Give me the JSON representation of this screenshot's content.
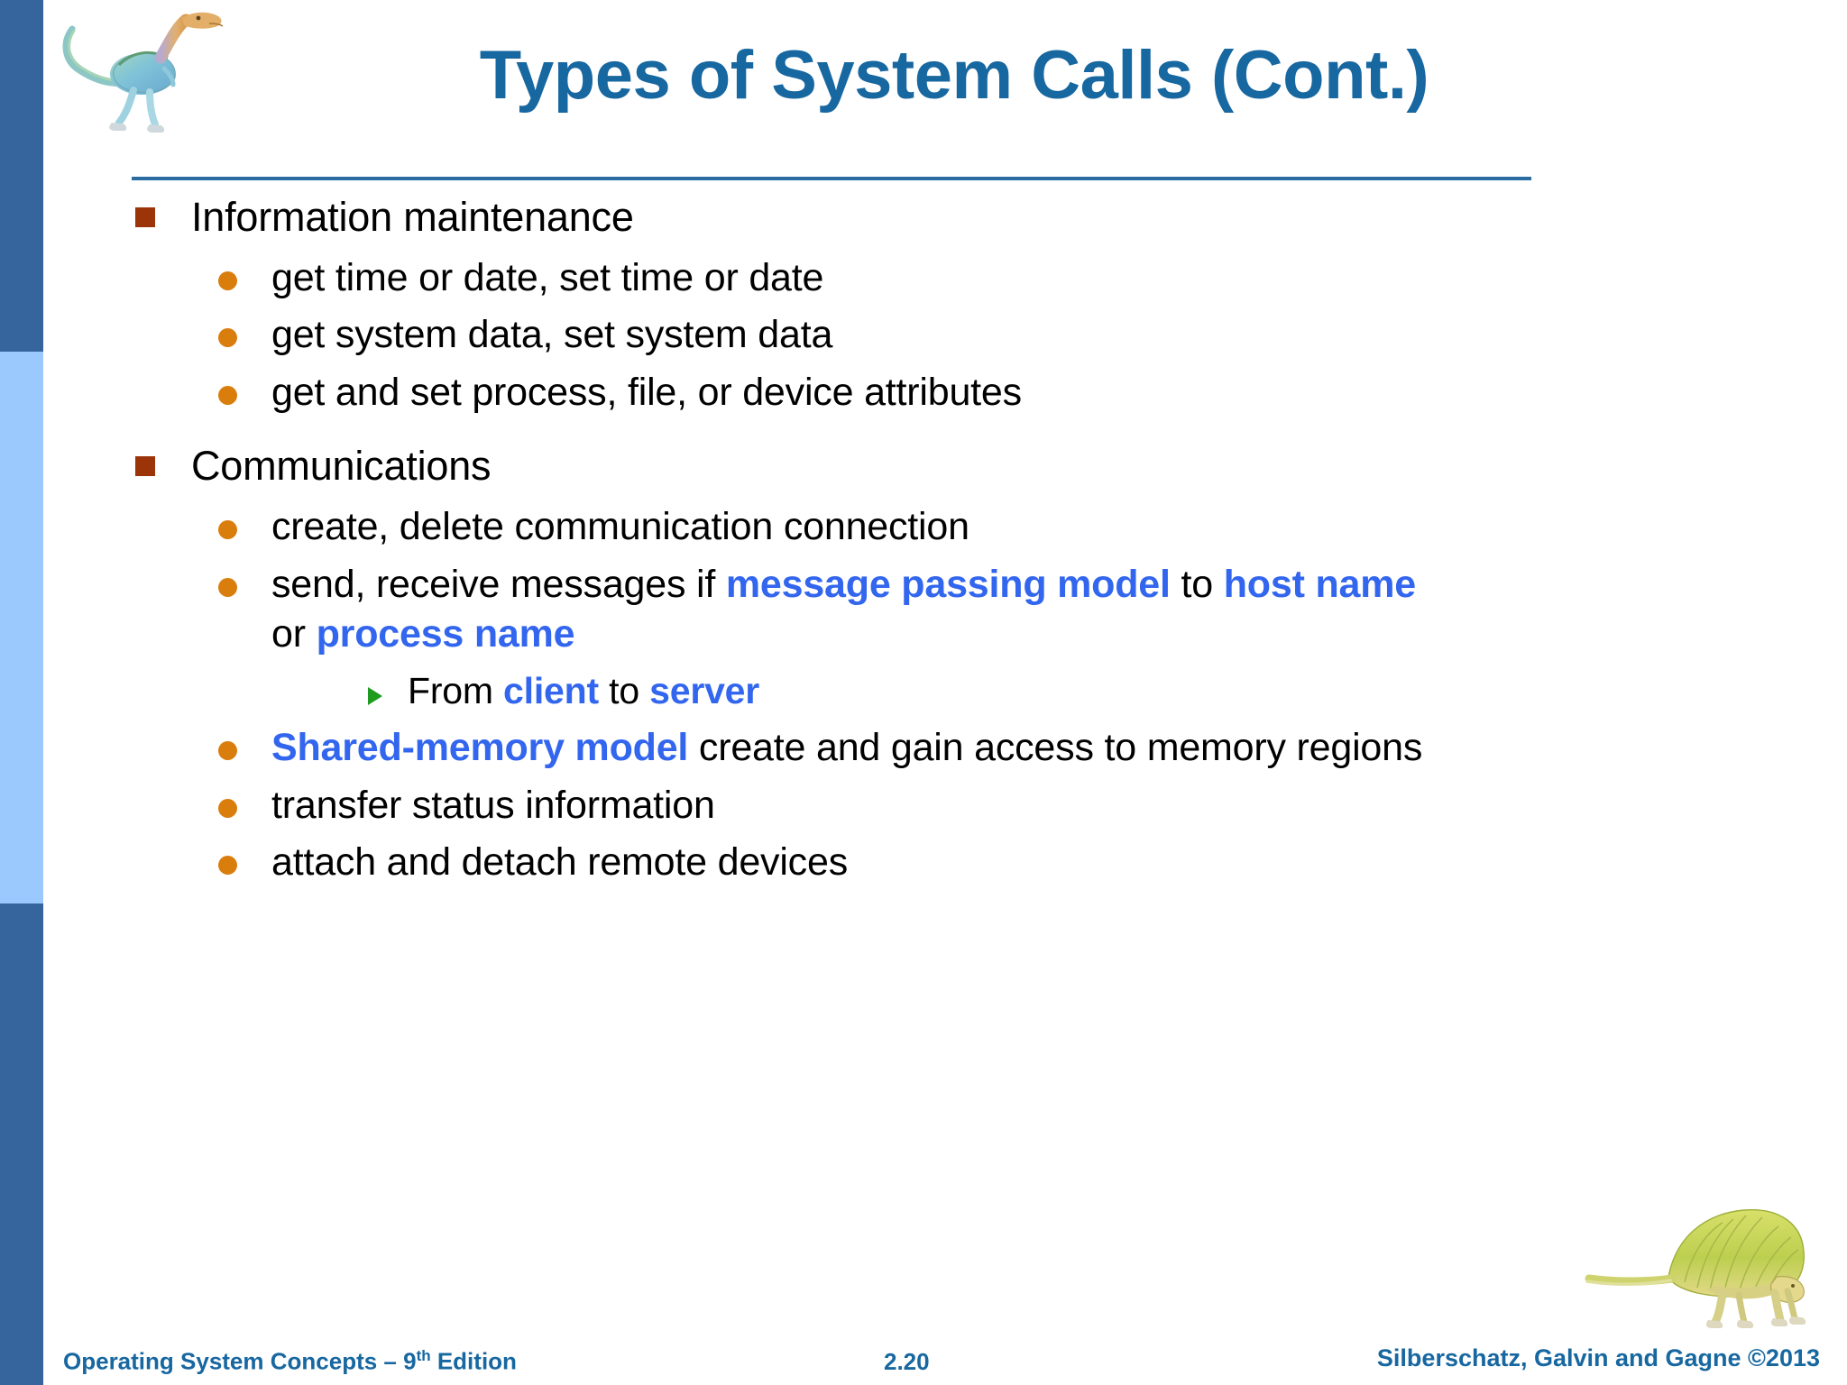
{
  "slide": {
    "title": "Types of System Calls (Cont.)",
    "accent_title_color": "#1767a0",
    "highlight_color": "#3366ee",
    "bullet_l1_color": "#9c3409",
    "bullet_l2_color": "#d97d0c",
    "bullet_l3_color": "#1f9c1f",
    "sidebar_dark_color": "#36659e",
    "sidebar_light_color": "#9cc9fd"
  },
  "content": {
    "section1": {
      "heading": "Information maintenance",
      "items": [
        "get time or date, set time or date",
        "get system data, set system data",
        "get and set process, file, or device attributes"
      ]
    },
    "section2": {
      "heading": "Communications",
      "item_create": "create, delete communication connection",
      "item_send": {
        "part1": "send, receive messages if ",
        "hl1": "message passing model",
        "part2": " to ",
        "hl2": "host name",
        "part3": " or ",
        "hl3": "process name"
      },
      "item_from": {
        "part1": "From ",
        "hl1": "client",
        "part2": " to ",
        "hl2": "server"
      },
      "item_shared": {
        "hl1": "Shared-memory model",
        "part1": " create and gain access to memory regions"
      },
      "item_transfer": "transfer status information",
      "item_attach": "attach and detach remote devices"
    }
  },
  "footer": {
    "left_prefix": "Operating System Concepts – 9",
    "left_sup": "th",
    "left_suffix": " Edition",
    "page": "2.20",
    "right": "Silberschatz, Galvin and Gagne ©2013"
  },
  "icons": {
    "dino_top": "dinosaur-illustration",
    "dino_bottom": "dimetrodon-illustration"
  }
}
